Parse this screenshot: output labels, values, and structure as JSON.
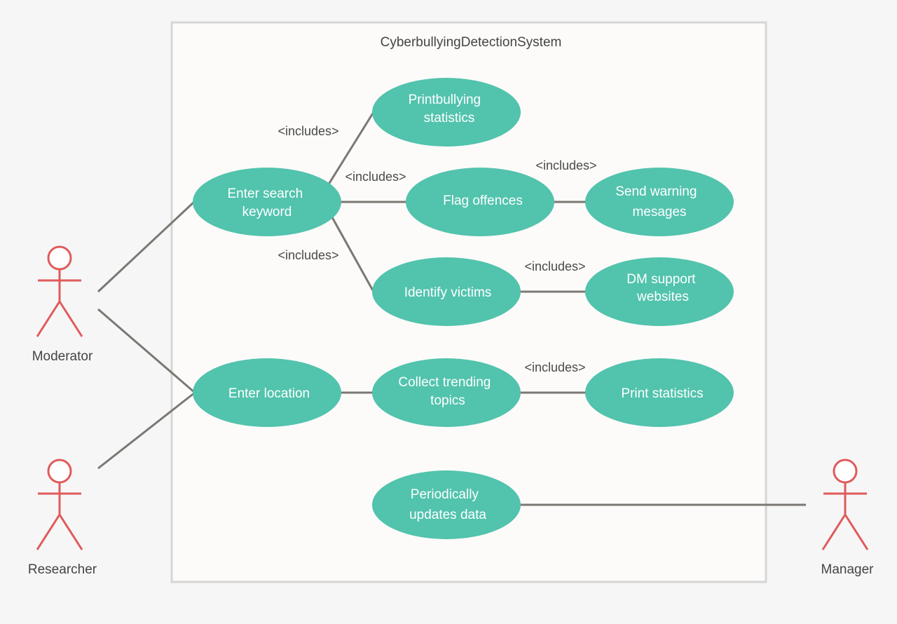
{
  "system": {
    "title": "CyberbullyingDetectionSystem"
  },
  "actors": {
    "moderator": {
      "label": "Moderator",
      "icon": "stick-figure-icon"
    },
    "researcher": {
      "label": "Researcher",
      "icon": "stick-figure-icon"
    },
    "manager": {
      "label": "Manager",
      "icon": "stick-figure-icon"
    }
  },
  "use_cases": {
    "enter_search_keyword": {
      "line1": "Enter search",
      "line2": "keyword"
    },
    "print_bullying_statistics": {
      "line1": "Printbullying",
      "line2": "statistics"
    },
    "flag_offences": {
      "line1": "Flag offences"
    },
    "send_warning_messages": {
      "line1": "Send warning",
      "line2": "mesages"
    },
    "identify_victims": {
      "line1": "Identify victims"
    },
    "dm_support_websites": {
      "line1": "DM support",
      "line2": "websites"
    },
    "enter_location": {
      "line1": "Enter location"
    },
    "collect_trending_topics": {
      "line1": "Collect trending",
      "line2": "topics"
    },
    "print_statistics": {
      "line1": "Print statistics"
    },
    "periodically_updates_data": {
      "line1": "Periodically",
      "line2": "updates data"
    }
  },
  "relations": {
    "keyword_to_print_bullying": "<includes>",
    "keyword_to_flag": "<includes>",
    "keyword_to_identify": "<includes>",
    "flag_to_send_warning": "<includes>",
    "identify_to_dm": "<includes>",
    "collect_to_print": "<includes>"
  },
  "colors": {
    "use_case_fill": "#52c3ad",
    "actor_stroke": "#e05a5a",
    "line": "#7b7773",
    "system_border": "#d6d6d6"
  }
}
